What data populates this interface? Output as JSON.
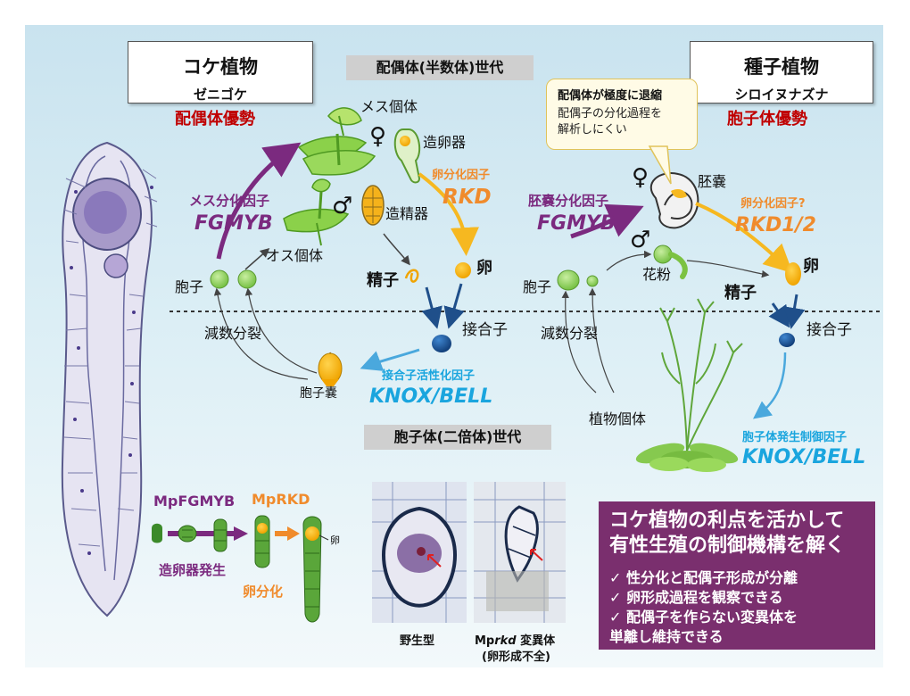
{
  "header": {
    "moss_title": "コケ植物",
    "moss_species": "ゼニゴケ",
    "moss_dominance": "配偶体優勢",
    "seed_title": "種子植物",
    "seed_species": "シロイヌナズナ",
    "seed_dominance": "胞子体優勢",
    "gametophyte_gen": "配偶体(半数体)世代",
    "sporophyte_gen": "胞子体(二倍体)世代"
  },
  "moss": {
    "female": "メス個体",
    "male": "オス個体",
    "archegonium": "造卵器",
    "antheridium": "造精器",
    "female_factor_label": "メス分化因子",
    "female_factor_name": "FGMYB",
    "egg_factor_label": "卵分化因子",
    "egg_factor_name": "RKD",
    "egg": "卵",
    "sperm": "精子",
    "spore": "胞子",
    "meiosis": "減数分裂",
    "zygote": "接合子",
    "sporangium": "胞子嚢",
    "zygote_factor_label": "接合子活性化因子",
    "zygote_factor_name": "KNOX/BELL",
    "female_symbol": "♀",
    "male_symbol": "♂"
  },
  "seed": {
    "callout_title": "配偶体が極度に退縮",
    "callout_line1": "配偶子の分化過程を",
    "callout_line2": "解析しにくい",
    "embryo_sac": "胚嚢",
    "embryo_sac_factor_label": "胚嚢分化因子",
    "embryo_sac_factor_name": "FGMYB",
    "egg_factor_label": "卵分化因子?",
    "egg_factor_name": "RKD1/2",
    "pollen": "花粉",
    "egg": "卵",
    "sperm": "精子",
    "spore": "胞子",
    "meiosis": "減数分裂",
    "zygote": "接合子",
    "plant": "植物個体",
    "sporophyte_factor_label": "胞子体発生制御因子",
    "sporophyte_factor_name": "KNOX/BELL",
    "female_symbol": "♀",
    "male_symbol": "♂"
  },
  "mini_panel": {
    "gene1": "MpFGMYB",
    "gene2": "MpRKD",
    "process1": "造卵器発生",
    "process2": "卵分化",
    "egg": "卵"
  },
  "micrographs": {
    "wild_type": "野生型",
    "mutant_prefix": "Mp",
    "mutant_gene": "rkd",
    "mutant_suffix": " 変異体",
    "mutant_note": "(卵形成不全)"
  },
  "info_box": {
    "title_line1": "コケ植物の利点を活かして",
    "title_line2": "有性生殖の制御機構を解く",
    "items": [
      "✓  性分化と配偶子形成が分離",
      "✓  卵形成過程を観察できる",
      "✓  配偶子を作らない変異体を",
      "     単離し維持できる"
    ]
  },
  "colors": {
    "purple": "#7b2a7f",
    "orange": "#f08b2c",
    "blue": "#1aa5de",
    "red": "#c00000",
    "green": "#7cc242"
  }
}
